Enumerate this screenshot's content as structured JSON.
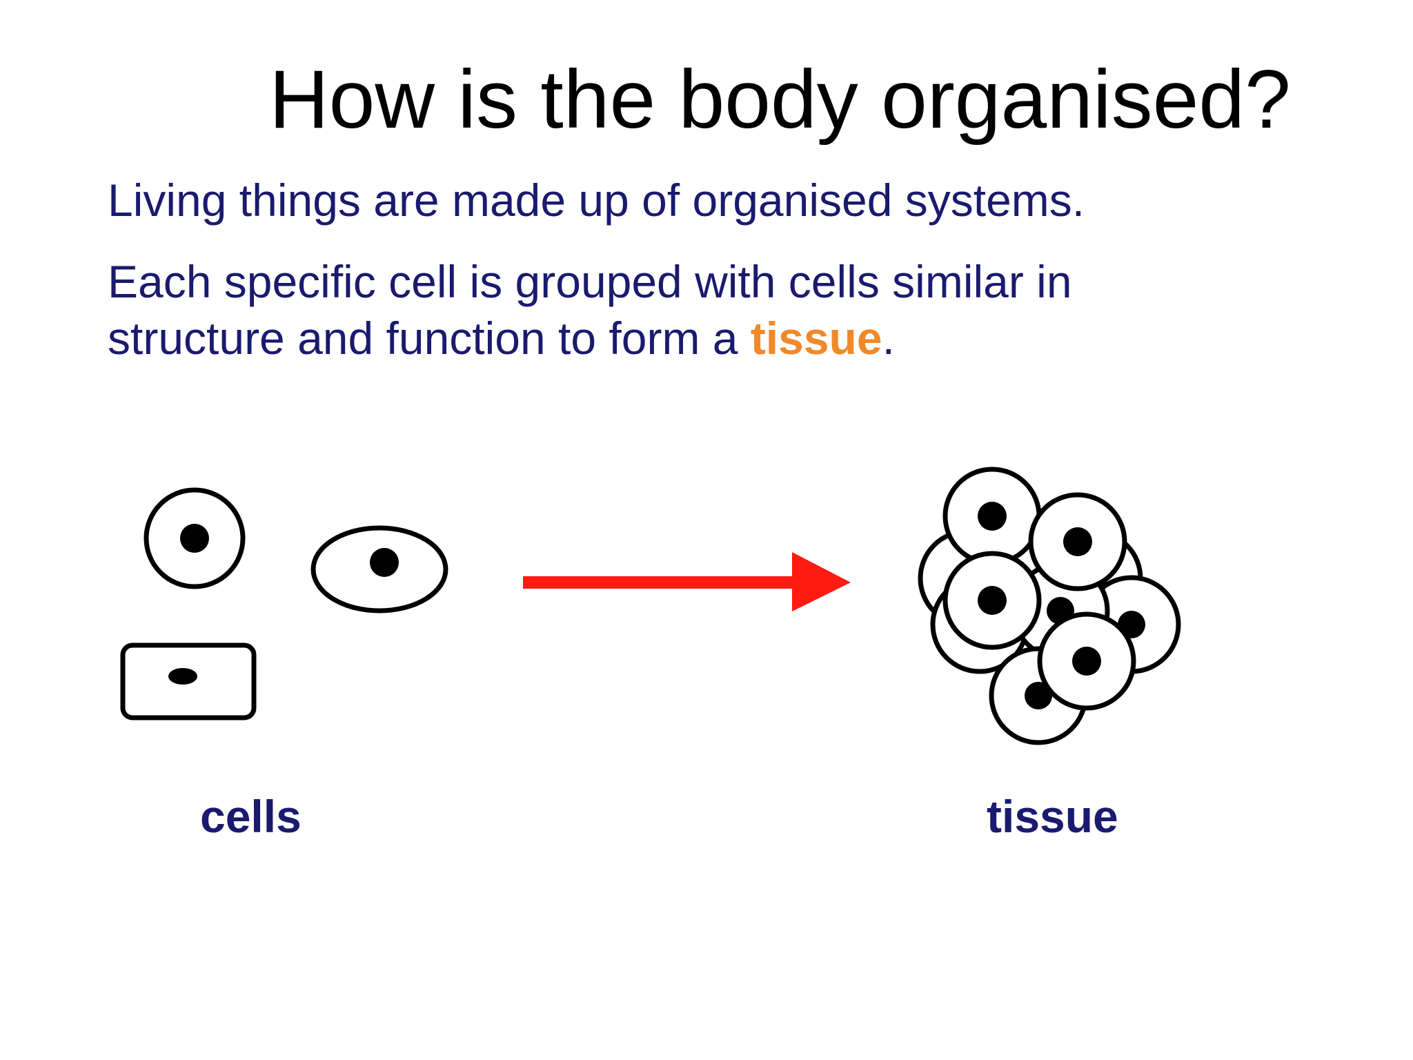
{
  "slide": {
    "title": "How is the body organised?",
    "paragraph_1": "Living things are made up of organised systems.",
    "paragraph_2_line_1": "Each specific cell is grouped with cells similar in",
    "paragraph_2_line_2_before": "structure and function to form a ",
    "paragraph_2_highlight": "tissue",
    "paragraph_2_line_2_after": "."
  },
  "diagram": {
    "label_left": "cells",
    "label_right": "tissue",
    "arrow_color": "#ff1a12",
    "highlight_color": "#f0892a",
    "text_color": "#1a1a6e"
  }
}
